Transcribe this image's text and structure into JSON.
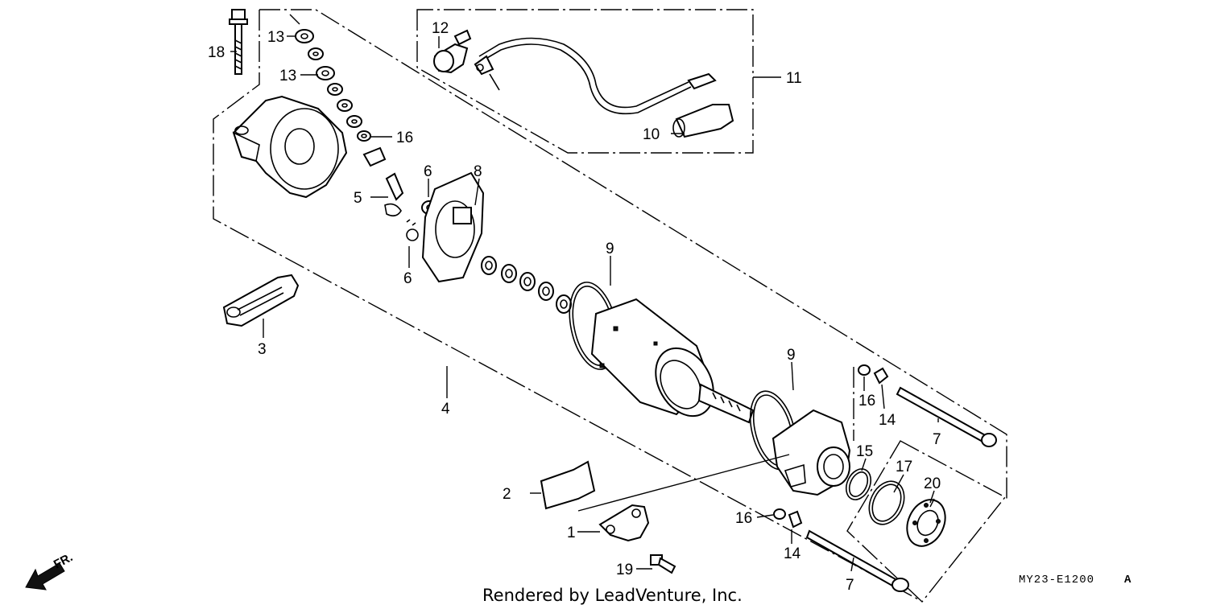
{
  "diagram": {
    "callouts": [
      "1",
      "2",
      "3",
      "4",
      "5",
      "6",
      "6",
      "7",
      "7",
      "8",
      "9",
      "9",
      "10",
      "11",
      "12",
      "13",
      "13",
      "14",
      "14",
      "15",
      "16",
      "16",
      "16",
      "17",
      "18",
      "19",
      "20"
    ],
    "direction_label": "FR.",
    "diagram_code": "MY23-E1200",
    "diagram_code_suffix": "A",
    "credit": "Rendered by LeadVenture, Inc."
  }
}
